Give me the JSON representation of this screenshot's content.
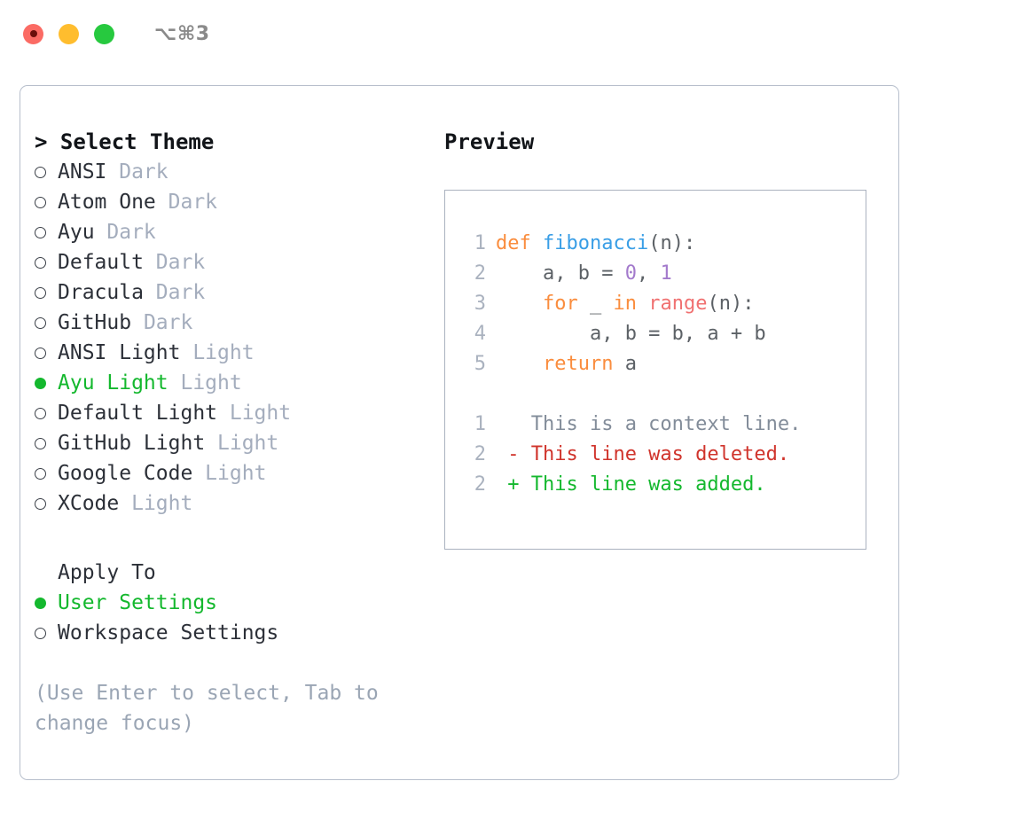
{
  "window": {
    "title": "⌥⌘3",
    "controls": [
      {
        "name": "close",
        "color": "#fb6b64"
      },
      {
        "name": "minimize",
        "color": "#ffbd2e"
      },
      {
        "name": "maximize",
        "color": "#27c93f"
      }
    ]
  },
  "left": {
    "heading_caret": "> ",
    "heading": "Select Theme",
    "themes": [
      {
        "selected": false,
        "name": "ANSI",
        "tag": "Dark"
      },
      {
        "selected": false,
        "name": "Atom One",
        "tag": "Dark"
      },
      {
        "selected": false,
        "name": "Ayu",
        "tag": "Dark"
      },
      {
        "selected": false,
        "name": "Default",
        "tag": "Dark"
      },
      {
        "selected": false,
        "name": "Dracula",
        "tag": "Dark"
      },
      {
        "selected": false,
        "name": "GitHub",
        "tag": "Dark"
      },
      {
        "selected": false,
        "name": "ANSI Light",
        "tag": "Light"
      },
      {
        "selected": true,
        "name": "Ayu Light",
        "tag": "Light"
      },
      {
        "selected": false,
        "name": "Default Light",
        "tag": "Light"
      },
      {
        "selected": false,
        "name": "GitHub Light",
        "tag": "Light"
      },
      {
        "selected": false,
        "name": "Google Code",
        "tag": "Light"
      },
      {
        "selected": false,
        "name": "XCode",
        "tag": "Light"
      }
    ],
    "apply_to_label": "Apply To",
    "apply_to": [
      {
        "selected": true,
        "name": "User Settings"
      },
      {
        "selected": false,
        "name": "Workspace Settings"
      }
    ],
    "hint": "(Use Enter to select, Tab to change focus)"
  },
  "preview": {
    "title": "Preview",
    "code_lines": [
      {
        "num": "1",
        "tokens": [
          {
            "t": "def",
            "c": "tk-kw"
          },
          {
            "t": " ",
            "c": "tk-plain"
          },
          {
            "t": "fibonacci",
            "c": "tk-fn"
          },
          {
            "t": "(n):",
            "c": "tk-punc"
          }
        ]
      },
      {
        "num": "2",
        "tokens": [
          {
            "t": "    a, b = ",
            "c": "tk-plain"
          },
          {
            "t": "0",
            "c": "tk-num"
          },
          {
            "t": ", ",
            "c": "tk-plain"
          },
          {
            "t": "1",
            "c": "tk-num"
          }
        ]
      },
      {
        "num": "3",
        "tokens": [
          {
            "t": "    ",
            "c": "tk-plain"
          },
          {
            "t": "for",
            "c": "tk-kw"
          },
          {
            "t": " _ ",
            "c": "tk-plain"
          },
          {
            "t": "in",
            "c": "tk-kw"
          },
          {
            "t": " ",
            "c": "tk-plain"
          },
          {
            "t": "range",
            "c": "tk-blt"
          },
          {
            "t": "(n):",
            "c": "tk-punc"
          }
        ]
      },
      {
        "num": "4",
        "tokens": [
          {
            "t": "        a, b = b, a + b",
            "c": "tk-plain"
          }
        ]
      },
      {
        "num": "5",
        "tokens": [
          {
            "t": "    ",
            "c": "tk-plain"
          },
          {
            "t": "return",
            "c": "tk-kw"
          },
          {
            "t": " a",
            "c": "tk-plain"
          }
        ]
      }
    ],
    "diff_lines": [
      {
        "num": "1",
        "marker": " ",
        "text": " This is a context line.",
        "kind": "d-ctx"
      },
      {
        "num": "2",
        "marker": "-",
        "text": " This line was deleted.",
        "kind": "d-del"
      },
      {
        "num": "2",
        "marker": "+",
        "text": " This line was added.",
        "kind": "d-add"
      }
    ]
  },
  "colors": {
    "accent_green": "#14b82e",
    "tag_muted": "#a4adbd",
    "hint_muted": "#9aa5b4",
    "border": "#aab2bf",
    "syntax_keyword": "#fa8d3e",
    "syntax_function": "#399ee6",
    "syntax_number": "#a37acc",
    "syntax_builtin": "#f07171",
    "syntax_plain": "#5c6166",
    "diff_context": "#828c99",
    "diff_deleted": "#d0342c",
    "diff_added": "#14b82e"
  }
}
